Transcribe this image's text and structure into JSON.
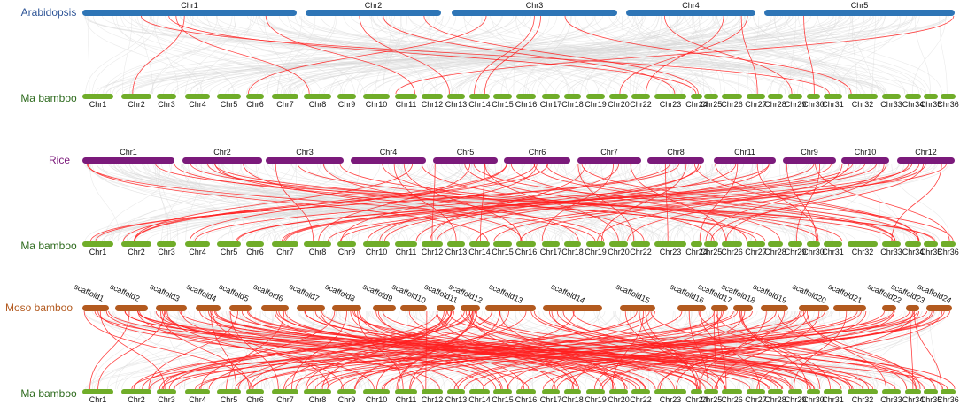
{
  "panels": [
    {
      "top_species": "Arabidopsis",
      "bottom_species": "Ma bamboo",
      "top_color": "#2e75b6",
      "bottom_color": "#70ad29",
      "top_chromosomes": [
        "Chr1",
        "Chr2",
        "Chr3",
        "Chr4",
        "Chr5"
      ],
      "bottom_chromosomes": [
        "Chr1",
        "Chr2",
        "Chr3",
        "Chr4",
        "Chr5",
        "Chr6",
        "Chr7",
        "Chr8",
        "Chr9",
        "Chr10",
        "Chr11",
        "Chr12",
        "Chr13",
        "Chr14",
        "Chr15",
        "Chr16",
        "Chr17",
        "Chr18",
        "Chr19",
        "Chr20",
        "Chr22",
        "Chr23",
        "Chr24",
        "Chr25",
        "Chr26",
        "Chr27",
        "Chr28",
        "Chr29",
        "Chr30",
        "Chr31",
        "Chr32",
        "Chr33",
        "Chr34",
        "Chr35",
        "Chr36"
      ]
    },
    {
      "top_species": "Rice",
      "bottom_species": "Ma bamboo",
      "top_color": "#7b1a7b",
      "bottom_color": "#70ad29",
      "top_chromosomes": [
        "Chr1",
        "Chr2",
        "Chr3",
        "Chr4",
        "Chr5",
        "Chr6",
        "Chr7",
        "Chr8",
        "Chr11",
        "Chr9",
        "Chr10",
        "Chr12"
      ],
      "bottom_chromosomes": [
        "Chr1",
        "Chr2",
        "Chr3",
        "Chr4",
        "Chr5",
        "Chr6",
        "Chr7",
        "Chr8",
        "Chr9",
        "Chr10",
        "Chr11",
        "Chr12",
        "Chr13",
        "Chr14",
        "Chr15",
        "Chr16",
        "Chr17",
        "Chr18",
        "Chr19",
        "Chr20",
        "Chr22",
        "Chr23",
        "Chr24",
        "Chr25",
        "Chr26",
        "Chr27",
        "Chr28",
        "Chr29",
        "Chr30",
        "Chr31",
        "Chr32",
        "Chr33",
        "Chr34",
        "Chr35",
        "Chr36"
      ]
    },
    {
      "top_species": "Moso bamboo",
      "bottom_species": "Ma bamboo",
      "top_color": "#b35a1f",
      "bottom_color": "#70ad29",
      "top_chromosomes": [
        "scaffold1",
        "scaffold2",
        "scaffold3",
        "scaffold4",
        "scaffold5",
        "scaffold6",
        "scaffold7",
        "scaffold8",
        "scaffold9",
        "scaffold10",
        "scaffold11",
        "scaffold12",
        "scaffold13",
        "scaffold14",
        "scaffold15",
        "scaffold16",
        "scaffold17",
        "scaffold18",
        "scaffold19",
        "scaffold20",
        "scaffold21",
        "scaffold22",
        "scaffold23",
        "scaffold24"
      ],
      "bottom_chromosomes": [
        "Chr1",
        "Chr2",
        "Chr3",
        "Chr4",
        "Chr5",
        "Chr6",
        "Chr7",
        "Chr8",
        "Chr9",
        "Chr10",
        "Chr11",
        "Chr12",
        "Chr13",
        "Chr14",
        "Chr15",
        "Chr16",
        "Chr17",
        "Chr18",
        "Chr19",
        "Chr20",
        "Chr22",
        "Chr23",
        "Chr24",
        "Chr25",
        "Chr26",
        "Chr27",
        "Chr28",
        "Chr29",
        "Chr30",
        "Chr31",
        "Chr32",
        "Chr33",
        "Chr34",
        "Chr35",
        "Chr36"
      ]
    }
  ],
  "colors": {
    "background_links": "#d9d9d9",
    "highlight_links": "#ff2020",
    "bottom_label": "#2e6b1e"
  }
}
